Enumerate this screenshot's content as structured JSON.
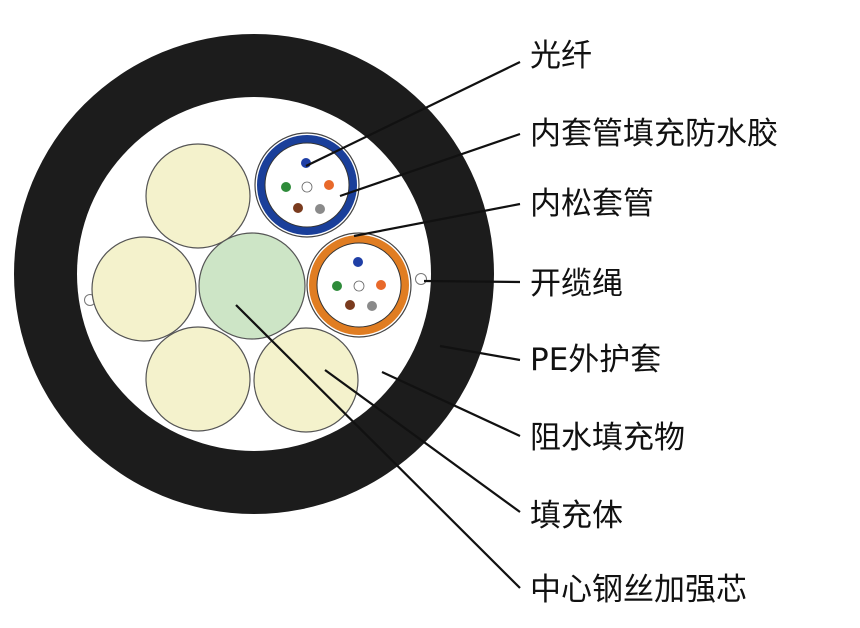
{
  "labels": {
    "fiber": "光纤",
    "inner_tube_gel": "内套管填充防水胶",
    "loose_tube": "内松套管",
    "ripcord": "开缆绳",
    "pe_sheath": "PE外护套",
    "water_block_filler": "阻水填充物",
    "filler_rod": "填充体",
    "central_steel_member": "中心钢丝加强芯"
  },
  "colors": {
    "sheath": "#1c1c1c",
    "filler_rod": "#f4f2cc",
    "central_member": "#cde5c6",
    "tube_1_ring": "#1a3f9a",
    "tube_2_ring": "#e07d22",
    "fiber_blue": "#1f3fa6",
    "fiber_green": "#2e8b3a",
    "fiber_orange": "#e8692a",
    "fiber_brown": "#7a3b1e",
    "fiber_gray": "#8a8a8a",
    "fiber_white": "#ffffff"
  }
}
